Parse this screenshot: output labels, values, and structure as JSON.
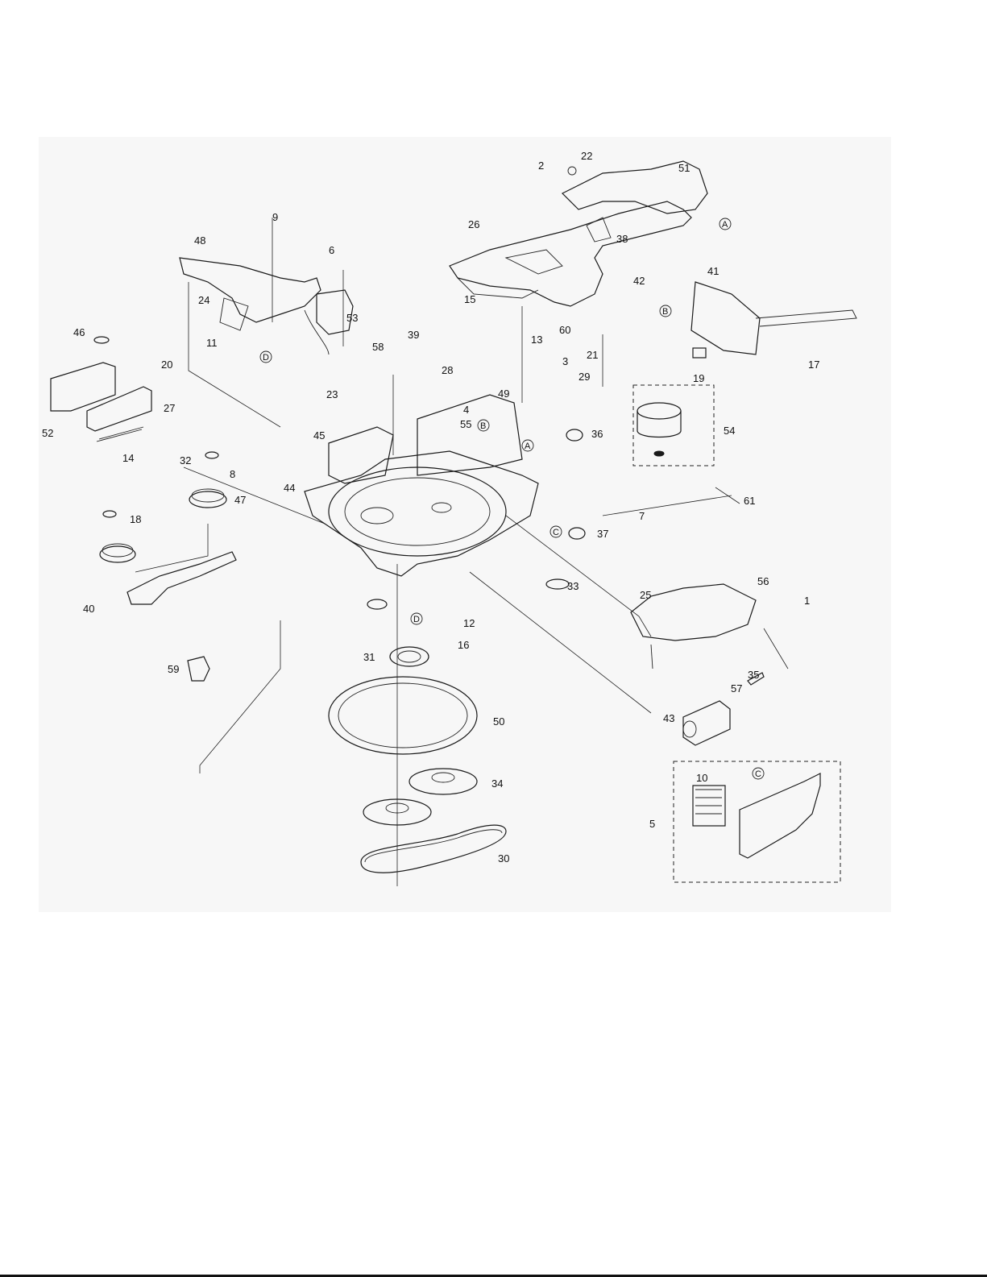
{
  "callouts": [
    "1",
    "2",
    "3",
    "4",
    "5",
    "6",
    "7",
    "8",
    "9",
    "10",
    "11",
    "12",
    "13",
    "14",
    "15",
    "16",
    "17",
    "18",
    "19",
    "20",
    "21",
    "22",
    "23",
    "24",
    "25",
    "26",
    "27",
    "28",
    "29",
    "30",
    "31",
    "32",
    "33",
    "34",
    "35",
    "36",
    "37",
    "38",
    "39",
    "40",
    "41",
    "42",
    "43",
    "44",
    "45",
    "46",
    "47",
    "48",
    "49",
    "50",
    "51",
    "52",
    "53",
    "54",
    "55",
    "56",
    "57",
    "58",
    "59",
    "60",
    "61"
  ],
  "connectors": [
    "A",
    "B",
    "C",
    "D"
  ]
}
